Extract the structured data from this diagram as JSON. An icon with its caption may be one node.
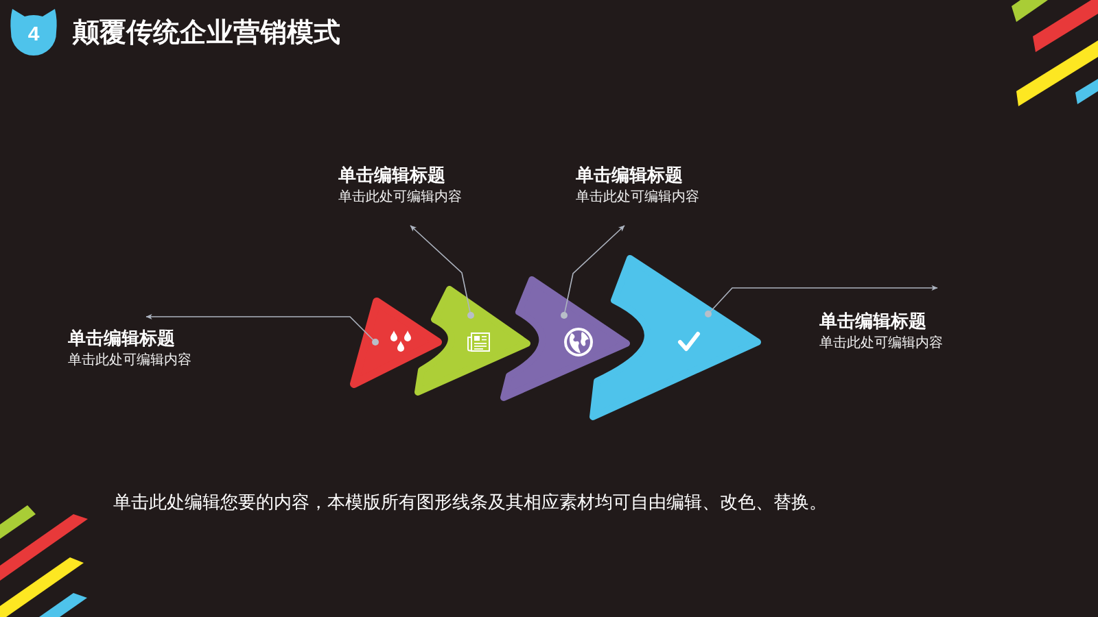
{
  "diagram": {
    "title": "颠覆传统企业营销模式",
    "nodes": [
      {
        "text": [
          "4"
        ]
      },
      {
        "text": [
          "单击编辑标题",
          "单击此处可编辑内容"
        ]
      },
      {
        "text": [
          "单击编辑标题",
          "单击此处可编辑内容"
        ]
      },
      {
        "text": [
          "单击编辑标题",
          "单击此处可编辑内容"
        ]
      },
      {
        "text": [],
        "shape": "triangle"
      },
      {
        "text": [],
        "shape": "triangle"
      },
      {
        "text": [],
        "shape": "triangle"
      },
      {
        "text": [],
        "shape": "triangle"
      },
      {
        "text": [
          "单击编辑标题",
          "单击此处可编辑内容"
        ]
      }
    ],
    "edges": [
      {
        "from": 4,
        "to": 3,
        "arrow": "to"
      },
      {
        "from": 5,
        "to": 1,
        "arrow": "to"
      },
      {
        "from": 6,
        "to": 2,
        "arrow": "to"
      },
      {
        "from": 7,
        "to": 8,
        "arrow": "to"
      }
    ],
    "labels": [
      "单击此处编辑您要的内容，本模版所有图形线条及其相应素材均可自由编辑、改色、替换。"
    ]
  }
}
